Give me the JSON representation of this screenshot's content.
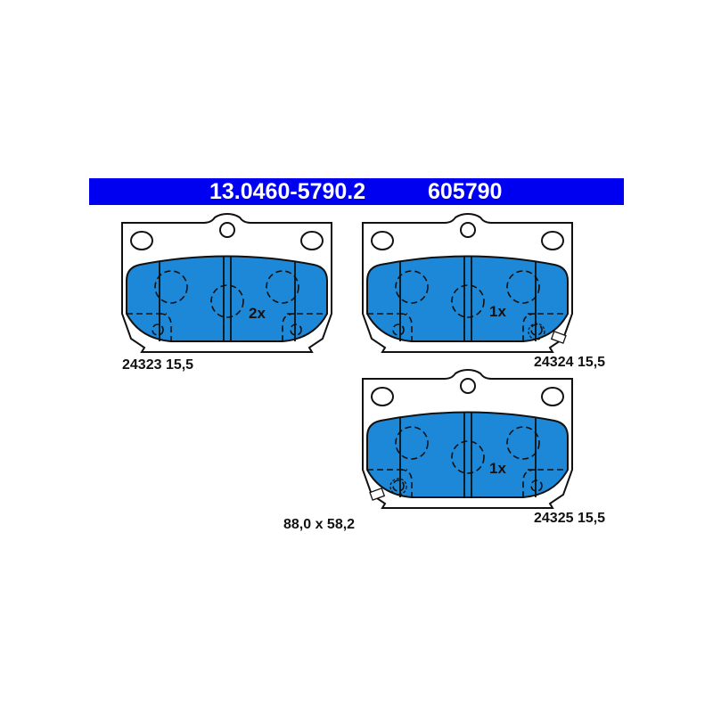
{
  "header": {
    "part_number": "13.0460-5790.2",
    "short_number": "605790",
    "band_color": "#0000f0"
  },
  "pad_color": "#1e88d8",
  "pads": [
    {
      "label": "24323 15,5",
      "quantity": "2x",
      "sensor": "none"
    },
    {
      "label": "24324 15,5",
      "quantity": "1x",
      "sensor": "right"
    },
    {
      "label": "24325 15,5",
      "quantity": "1x",
      "sensor": "left"
    }
  ],
  "dimensions": "88,0 x 58,2"
}
